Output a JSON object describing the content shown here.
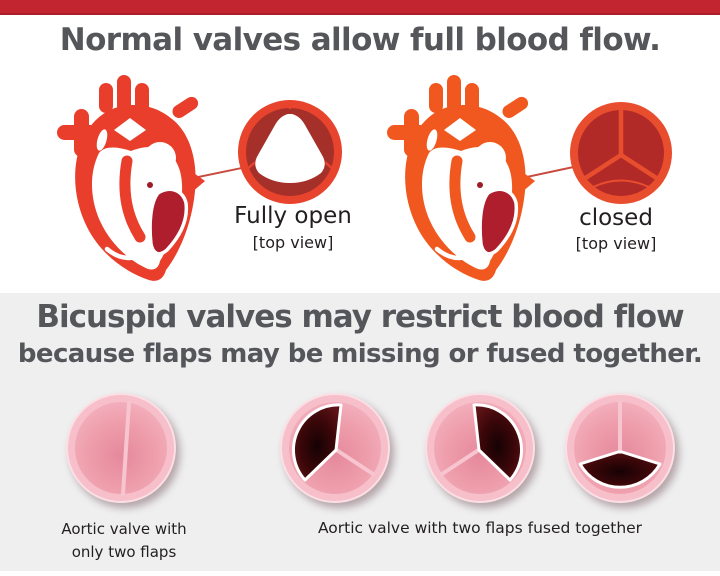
{
  "page": {
    "top_bar_color": "#C2252F",
    "background": "#FFFFFF"
  },
  "normal_section": {
    "title": "Normal valves allow full blood flow.",
    "title_color": "#55565A",
    "hearts": {
      "left_color": "#E93E2B",
      "right_color": "#F1581F",
      "blood_color": "#AE1E2D"
    },
    "open_valve": {
      "label": "Fully open",
      "view_note": "[top view]",
      "ring_color": "#E8432C",
      "leaflet_color": "#A5302A"
    },
    "closed_valve": {
      "label": "closed",
      "view_note": "[top view]",
      "ring_color": "#E84E2E",
      "interior_color": "#B22A28"
    }
  },
  "bicuspid_section": {
    "background": "#EFEFF0",
    "title_line1": "Bicuspid valves may restrict blood flow",
    "title_line2": "because flaps may be missing or fused together.",
    "two_flap_caption": [
      "Aortic valve with",
      "only two flaps"
    ],
    "fused_caption": "Aortic valve with two flaps fused together"
  }
}
